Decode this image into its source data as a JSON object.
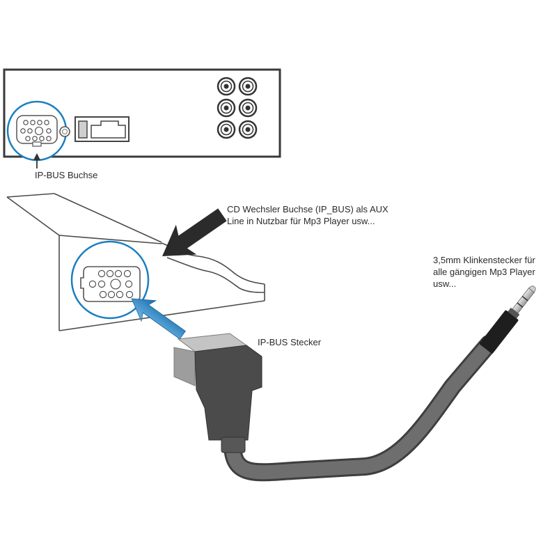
{
  "labels": {
    "ipbus_buchse": "IP-BUS Buchse",
    "cd_wechsler_line1": "CD Wechsler Buchse (IP_BUS) als AUX",
    "cd_wechsler_line2": "Line in Nutzbar für Mp3 Player usw...",
    "klinke_line1": "3,5mm Klinkenstecker für",
    "klinke_line2": "alle gängigen Mp3 Player",
    "klinke_line3": "usw...",
    "ipbus_stecker": "IP-BUS Stecker"
  },
  "colors": {
    "highlight": "#1a7fc1",
    "outline": "#3a3a3a",
    "cable": "#6e6e6e",
    "plug": "#4a4a4a",
    "arrow_dark": "#2b2b2b"
  }
}
